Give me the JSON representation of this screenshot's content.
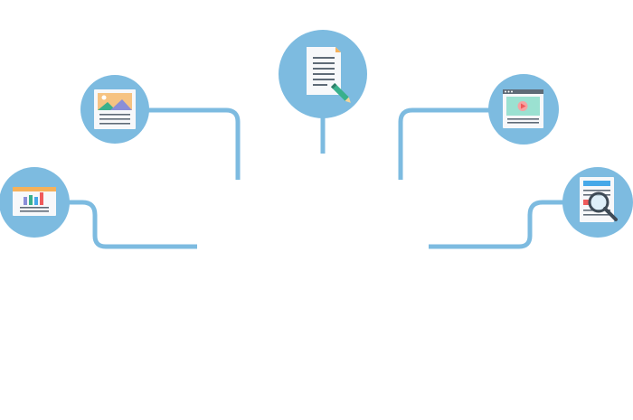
{
  "colors": {
    "connector": "#7dbbe0",
    "circle": "#7dbbe0",
    "paper": "#f7f8fa",
    "paper_line": "#5f6b77",
    "accent_orange": "#f6b15a",
    "accent_green": "#39b08c",
    "accent_red": "#ef5a5a",
    "accent_blue": "#46a8e8",
    "accent_purple": "#8a8ed8",
    "screen_teal": "#9be1d1"
  },
  "nodes": [
    {
      "id": "chart-report",
      "icon": "chart-report-icon"
    },
    {
      "id": "image-article",
      "icon": "image-article-icon"
    },
    {
      "id": "document-edit",
      "icon": "document-pencil-icon"
    },
    {
      "id": "video-page",
      "icon": "video-page-icon"
    },
    {
      "id": "document-search",
      "icon": "document-magnifier-icon"
    }
  ]
}
